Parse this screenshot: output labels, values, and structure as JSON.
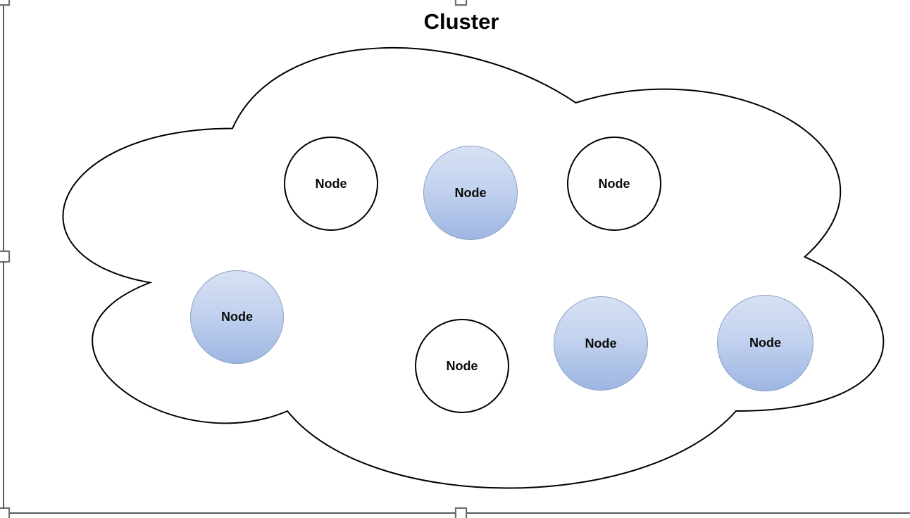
{
  "diagram": {
    "cluster": {
      "label": "Cluster"
    },
    "nodes": [
      {
        "label": "Node",
        "fill": "white",
        "position": "top-left"
      },
      {
        "label": "Node",
        "fill": "blue",
        "position": "top-middle"
      },
      {
        "label": "Node",
        "fill": "white",
        "position": "top-right"
      },
      {
        "label": "Node",
        "fill": "blue",
        "position": "middle-left"
      },
      {
        "label": "Node",
        "fill": "white",
        "position": "bottom-middle"
      },
      {
        "label": "Node",
        "fill": "blue",
        "position": "bottom-right-inner"
      },
      {
        "label": "Node",
        "fill": "blue",
        "position": "bottom-right-outer"
      }
    ]
  },
  "selection": {
    "selected_shape": "Cluster cloud",
    "visible_handles": [
      "top-left",
      "top-center",
      "middle-left",
      "bottom-left",
      "bottom-center"
    ]
  },
  "colors": {
    "canvas_background": "#ffffff",
    "cloud_fill": "#ffffff",
    "cloud_stroke": "#000000",
    "blue_node_gradient_top": "#d7e1f4",
    "blue_node_gradient_bottom": "#9db6e2",
    "blue_node_stroke": "#8ba0c6",
    "white_node_stroke": "#000000",
    "label_color": "#000000",
    "selection_border": "#5a5a5a",
    "handle_fill": "#ffffff",
    "handle_border": "#6e6e6e"
  }
}
